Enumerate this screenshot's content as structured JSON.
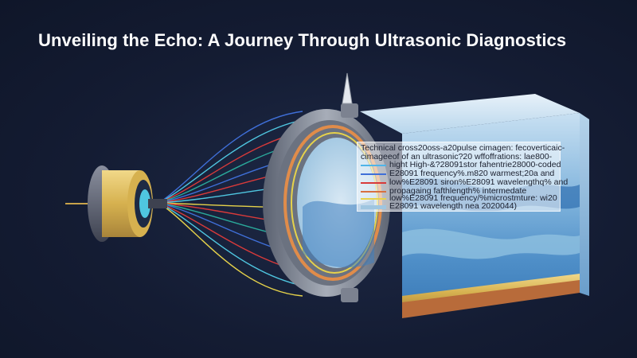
{
  "slide": {
    "title": "Unveiling the Echo: A Journey Through Ultrasonic Diagnostics"
  },
  "caption": {
    "lines": [
      "Technical cross20oss-a20pulse cimagen: fecoverticaic-",
      "cimageeof of an ultrasonic?20 wffoffrations: lae800-",
      "hight High-&?28091stor fahentrie28000-coded",
      "E28091 frequency%.m820 warmest;20a and",
      "low%E28091 siron%E28091 wavelengthq% and",
      "propagaing fafthlength% intermedate",
      "low%E28091 frequency/%microstmture: wi20",
      "E28091 wavelength nea 2020044)"
    ]
  },
  "colors": {
    "background": "#141c33",
    "wave_blue": "#3f6fd8",
    "wave_cyan": "#4fc6e0",
    "wave_red": "#d83a3a",
    "wave_teal": "#2aa89a",
    "wave_yellow": "#e6d24a",
    "tissue_blue": "#9fc6e0",
    "tissue_tan": "#c98a5a"
  },
  "legend": [
    {
      "color": "#4fb4e8"
    },
    {
      "color": "#3f6fd8"
    },
    {
      "color": "#d83a3a"
    },
    {
      "color": "#d87040"
    },
    {
      "color": "#e6d24a"
    },
    {
      "color": "#9fc6e0"
    }
  ]
}
